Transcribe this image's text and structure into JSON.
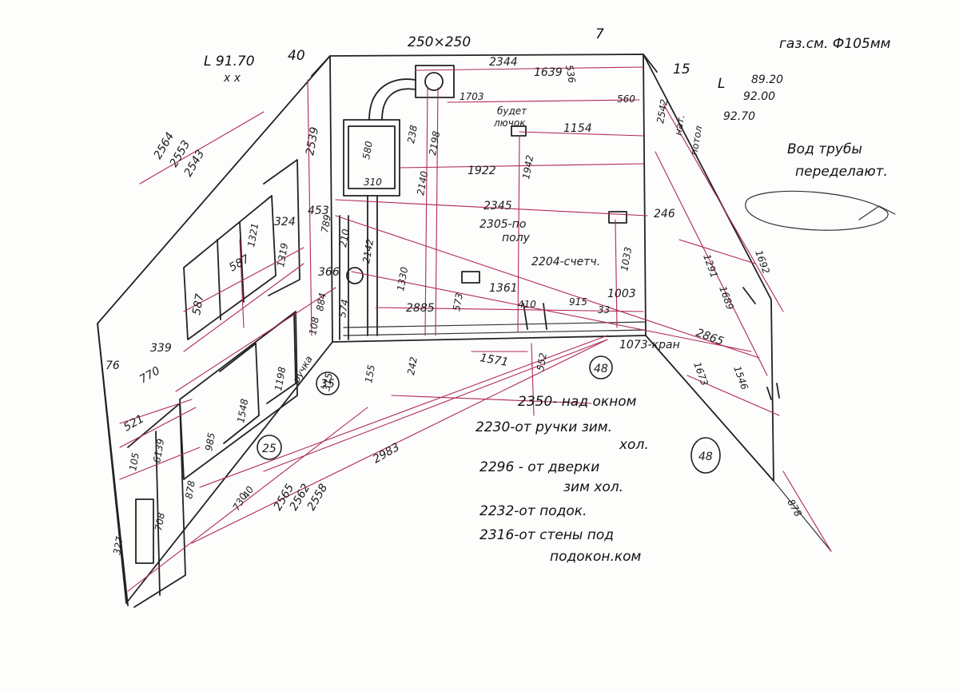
{
  "header": {
    "angle_left": "L 91.70",
    "angle_left_marks": "x x",
    "angle_right": "L",
    "angles_right": [
      "89.20",
      "92.00",
      "92.70"
    ],
    "gas_pipe": "газ.см. Ф105мм",
    "duct_size": "250×250",
    "corner_left": "40",
    "corner_top": "7",
    "corner_right": "15",
    "water_pipes": [
      "Вод трубы",
      "переделают."
    ]
  },
  "labels": {
    "l2564": "2564",
    "l2553": "2553",
    "l2543": "2543",
    "l2539": "2539",
    "l453": "453",
    "l324": "324",
    "l1321": "1321",
    "l1319": "1319",
    "l587a": "587",
    "l587b": "587",
    "l366": "366",
    "l789": "789",
    "l210": "210",
    "l2142": "2142",
    "l884": "884",
    "l574": "574",
    "l108": "108",
    "l1198": "1198",
    "l_ruchka": "ручка",
    "l339": "339",
    "l76": "76",
    "l770": "770",
    "l521": "521",
    "l105": "105",
    "l6139": "6139",
    "l985": "985",
    "l1548": "1548",
    "l315": "315",
    "l155": "155",
    "l878": "878",
    "l708": "708",
    "l327": "327",
    "l730": "730",
    "l40": "40",
    "l2565": "2565",
    "l2562": "2562",
    "l2558": "2558",
    "l2983": "2983",
    "l580": "580",
    "l310": "310",
    "l238": "238",
    "l1703": "1703",
    "l2198": "2198",
    "l2140": "2140",
    "l2344": "2344",
    "l1639": "1639",
    "l536": "536",
    "l560": "560",
    "l_budet": "будет",
    "l_lyuchok": "лючок",
    "l1154": "1154",
    "l1922": "1922",
    "l1942": "1942",
    "l2345": "2345",
    "l2305": "2305-по",
    "l_polu": "полу",
    "l2204": "2204-счетч.",
    "l1033": "1033",
    "l1330": "1330",
    "l1361": "1361",
    "l1003": "1003",
    "l2885": "2885",
    "l573": "573",
    "l410": "410",
    "l915": "915",
    "l33": "33",
    "l1571": "1571",
    "l552": "552",
    "l242": "242",
    "l1073": "1073-кран",
    "l2542": "2542",
    "l_nat": "нат.",
    "l_potol": "потол",
    "l246": "246",
    "l1291": "1291",
    "l1692": "1692",
    "l1689": "1689",
    "l2865": "2865",
    "l1673": "1673",
    "l1546": "1546",
    "l878r": "878",
    "c35": "35",
    "c48a": "48",
    "c25": "25",
    "c48b": "48"
  },
  "notes": [
    "2350- над окном",
    "2230-от ручки зим.",
    "хол.",
    "2296 - от дверки",
    "зим хол.",
    "2232-от подок.",
    "2316-от стены под",
    "подокон.ком"
  ]
}
